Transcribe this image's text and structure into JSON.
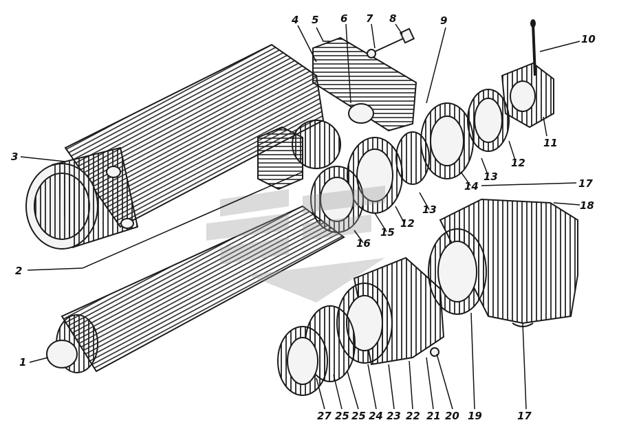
{
  "figure": {
    "labels": [
      "1",
      "2",
      "3",
      "4",
      "5",
      "6",
      "7",
      "8",
      "9",
      "10",
      "11",
      "12",
      "13",
      "14",
      "12",
      "13",
      "15",
      "16",
      "17",
      "18",
      "17",
      "19",
      "20",
      "21",
      "22",
      "23",
      "24",
      "25",
      "25",
      "27"
    ]
  },
  "colors": {
    "ink": "#1a1a1a",
    "paper": "#ffffff",
    "watermark": "#9a9a9a"
  }
}
